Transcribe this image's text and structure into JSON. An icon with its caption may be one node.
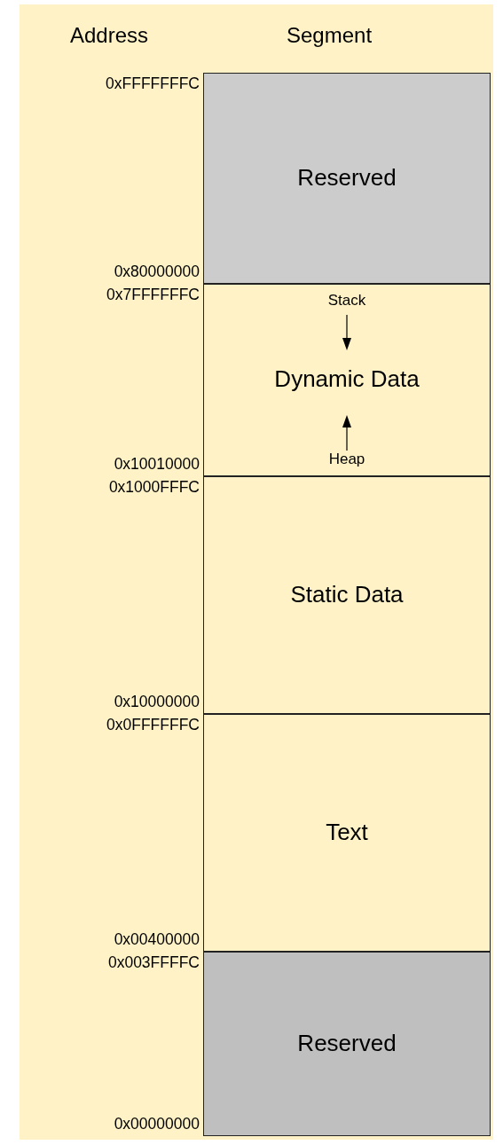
{
  "diagram": {
    "nodes": [
      {
        "text": [
          "Reserved"
        ]
      },
      {
        "text": [
          "Stack",
          "Dynamic Data",
          "Heap"
        ]
      },
      {
        "text": [
          "Static Data"
        ]
      },
      {
        "text": [
          "Text"
        ]
      },
      {
        "text": [
          "Reserved"
        ]
      }
    ],
    "labels": [
      "Address",
      "Segment",
      "0xFFFFFFFC",
      "0x80000000",
      "0x7FFFFFFC",
      "0x10010000",
      "0x1000FFFC",
      "0x10000000",
      "0x0FFFFFFC",
      "0x00400000",
      "0x003FFFFC",
      "0x00000000"
    ]
  }
}
